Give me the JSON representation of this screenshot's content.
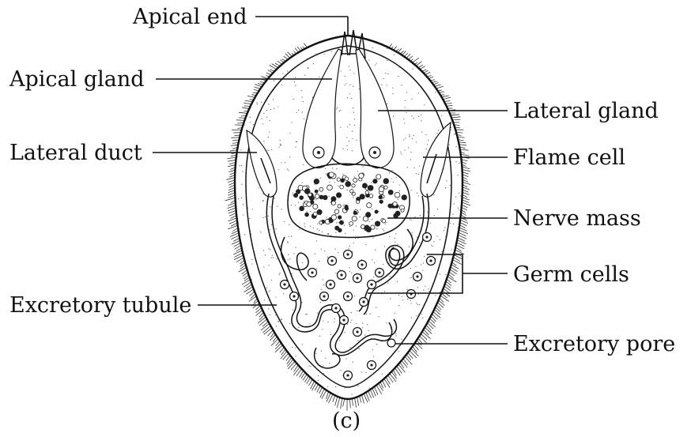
{
  "labels": {
    "apical_end": "Apical end",
    "apical_gland": "Apical gland",
    "lateral_duct": "Lateral duct",
    "excretory_tubule": "Excretory tubule",
    "lateral_gland": "Lateral gland",
    "flame_cell": "Flame cell",
    "nerve_mass": "Nerve mass",
    "germ_cells": "Germ cells",
    "excretory_pore": "Excretory pore"
  },
  "caption": "(c)"
}
